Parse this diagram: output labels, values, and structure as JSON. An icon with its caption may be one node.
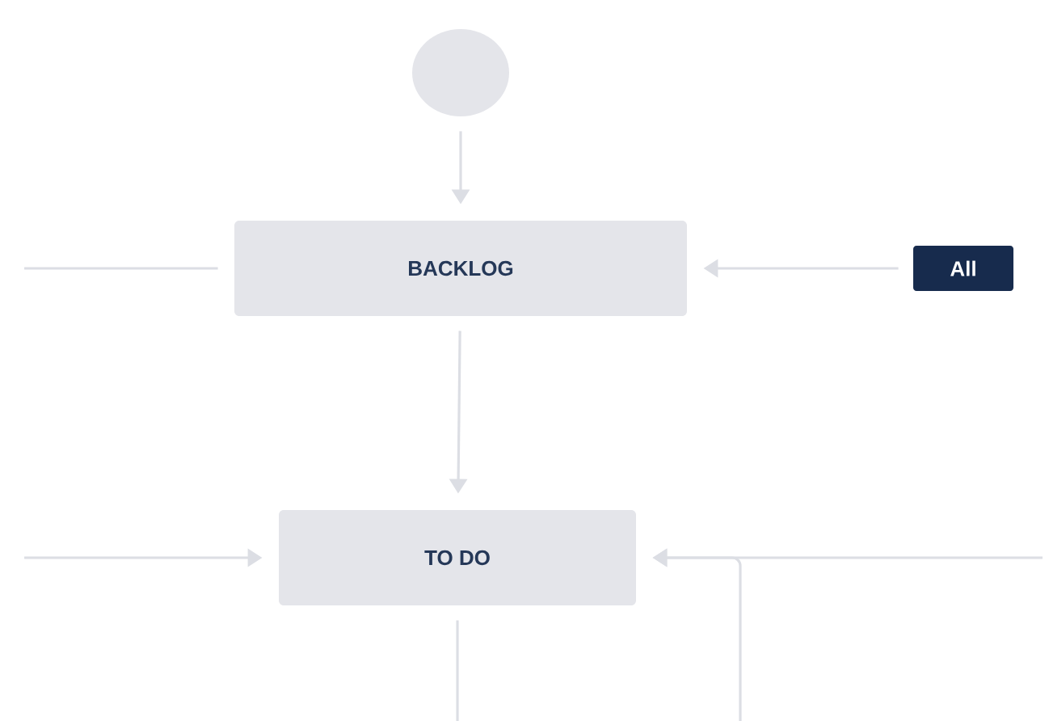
{
  "diagram": {
    "nodes": [
      {
        "text": [],
        "shape": "circle"
      },
      {
        "text": [
          "BACKLOG"
        ]
      },
      {
        "text": [
          "All"
        ]
      },
      {
        "text": [
          "TO DO"
        ]
      }
    ],
    "edges": [
      {
        "from": 0,
        "to": 1,
        "arrow": "to"
      },
      {
        "from": null,
        "to": 1,
        "arrow": "none"
      },
      {
        "from": 2,
        "to": 1,
        "arrow": "to"
      },
      {
        "from": 1,
        "to": 3,
        "arrow": "to"
      },
      {
        "from": null,
        "to": 3,
        "arrow": "to"
      },
      {
        "from": null,
        "to": 3,
        "arrow": "to"
      },
      {
        "from": null,
        "to": 3,
        "arrow": "to"
      },
      {
        "from": 3,
        "to": null,
        "arrow": "none"
      }
    ]
  }
}
